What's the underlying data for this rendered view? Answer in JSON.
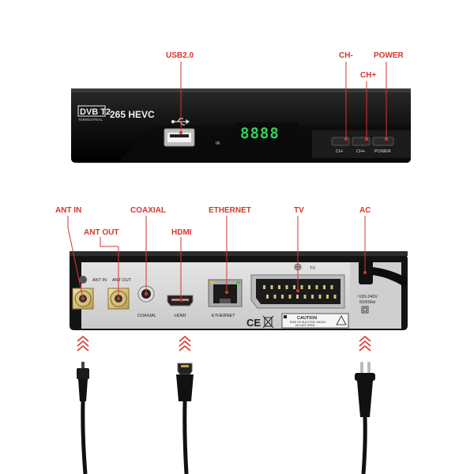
{
  "callouts": {
    "usb": "USB2.0",
    "ch_minus": "CH-",
    "ch_plus": "CH+",
    "power": "POWER",
    "ant_in": "ANT IN",
    "ant_out": "ANT OUT",
    "coaxial": "COAXIAL",
    "hdmi": "HDMI",
    "ethernet": "ETHERNET",
    "tv": "TV",
    "ac": "AC"
  },
  "front_panel": {
    "logo_main": "DVB T2",
    "logo_sub": "TERRESTRIAL",
    "model": "265  HEVC",
    "display": "8888",
    "ir_label": "IR",
    "btn_ch_minus": "CH-",
    "btn_ch_plus": "CH+",
    "btn_power": "POWER"
  },
  "rear_panel": {
    "ant_in": "ANT IN",
    "ant_out": "ANT OUT",
    "coaxial": "COAXIAL",
    "hdmi": "HDMI",
    "ethernet": "ETHERNET",
    "tv": "TV",
    "voltage": "~100-240V",
    "frequency": "50/60Hz",
    "ce_mark": "CE",
    "caution_title": "CAUTION",
    "caution_line1": "RISK OF ELECTRIC SHOCK",
    "caution_line2": "DO NOT OPEN"
  },
  "colors": {
    "callout": "#d9352c",
    "body": "#121212",
    "rear_plate": "#d8d8d8",
    "led": "#32d25a"
  }
}
